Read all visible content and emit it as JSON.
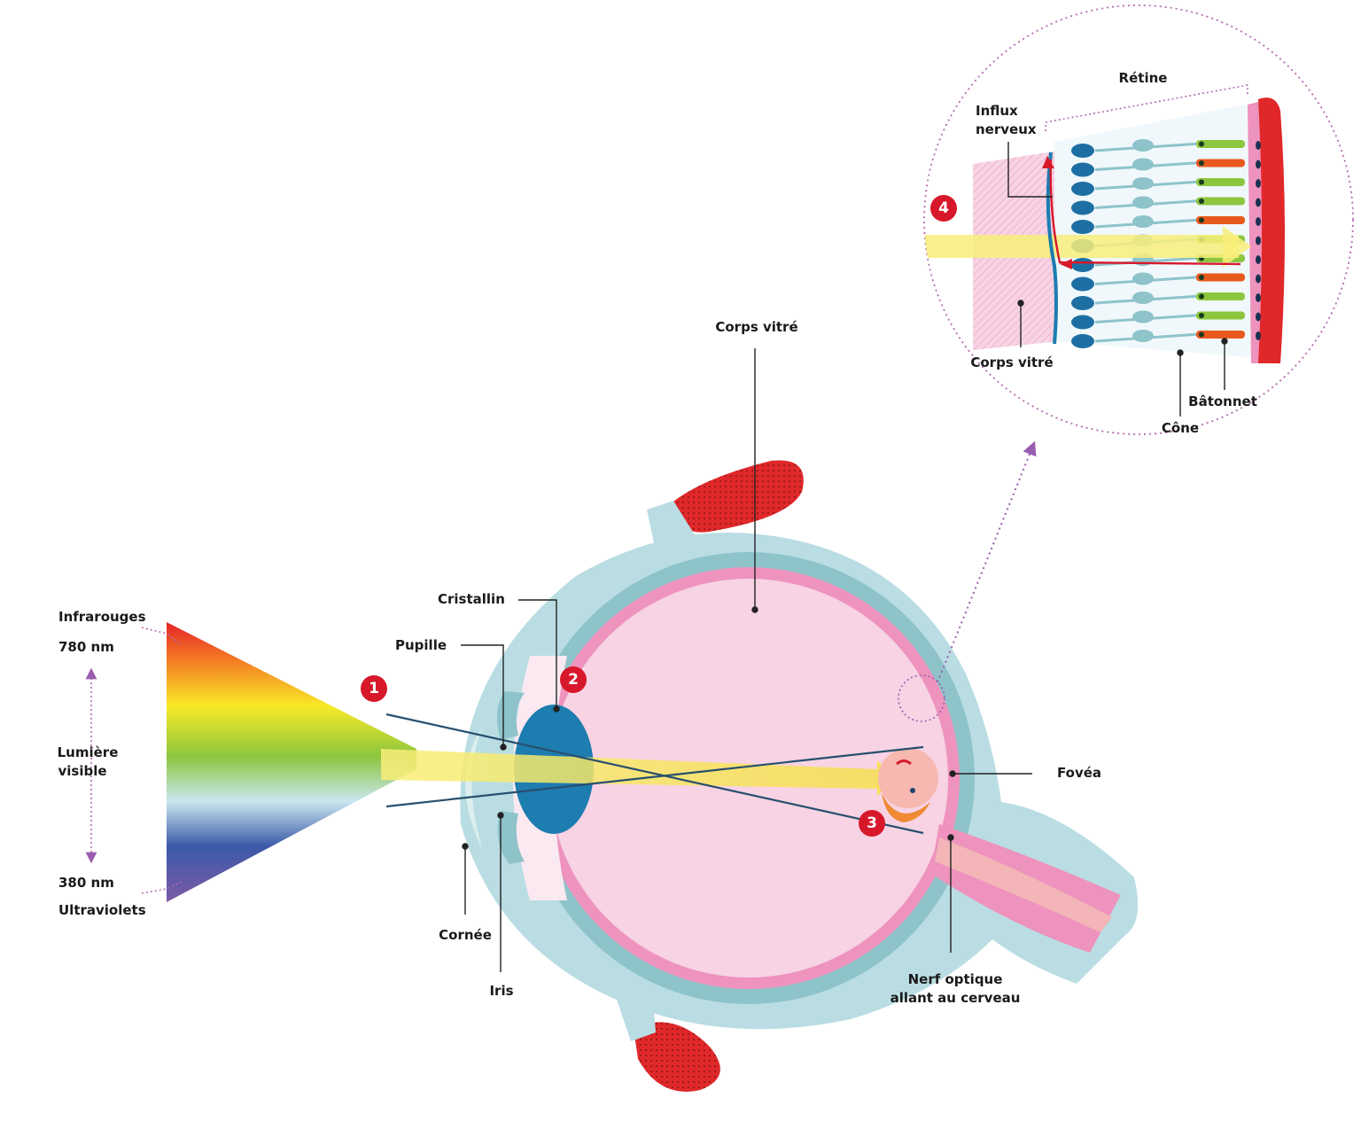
{
  "labels": {
    "infrarouges": "Infrarouges",
    "nm780": "780 nm",
    "lumiere": "Lumière",
    "visible": "visible",
    "nm380": "380 nm",
    "ultraviolets": "Ultraviolets",
    "cristallin": "Cristallin",
    "pupille": "Pupille",
    "cornee": "Cornée",
    "iris": "Iris",
    "corps_vitre": "Corps vitré",
    "fovea": "Fovéa",
    "nerf_l1": "Nerf optique",
    "nerf_l2": "allant au cerveau",
    "retine": "Rétine",
    "influx_l1": "Influx",
    "influx_l2": "nerveux",
    "corps_vitre_zoom": "Corps vitré",
    "batonnet": "Bâtonnet",
    "cone": "Cône"
  },
  "badges": [
    "1",
    "2",
    "3",
    "4"
  ],
  "colors": {
    "sclera": "#b9dde3",
    "choroid": "#8ec3ca",
    "retina": "#ee93bd",
    "vitreous": "#f7d3e4",
    "lens": "#1d7cb0",
    "muscle": "#e0282a",
    "light": "#f8ee7a",
    "badge": "#d7182a",
    "leader": "#222222",
    "dotted": "#b569b0",
    "ray": "#274f6e"
  },
  "spectrum": [
    "#e42228",
    "#f47f23",
    "#f8e928",
    "#8cc63e",
    "#c9e6f0",
    "#3b5aa8",
    "#7c5aa6"
  ]
}
